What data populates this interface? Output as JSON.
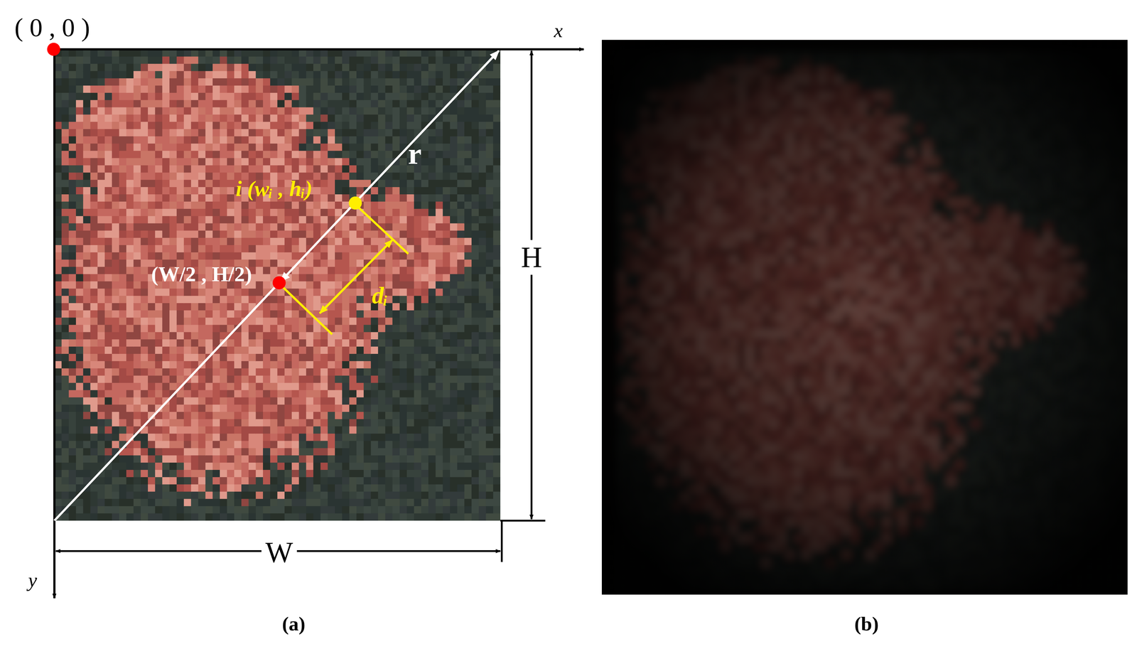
{
  "diagram": {
    "labels": [
      "( 0 , 0 )",
      "x",
      "r",
      "i (wᵢ , hᵢ)",
      "(W/2 , H/2)",
      "dᵢ",
      "H",
      "W",
      "y",
      "(a)",
      "(b)"
    ]
  }
}
